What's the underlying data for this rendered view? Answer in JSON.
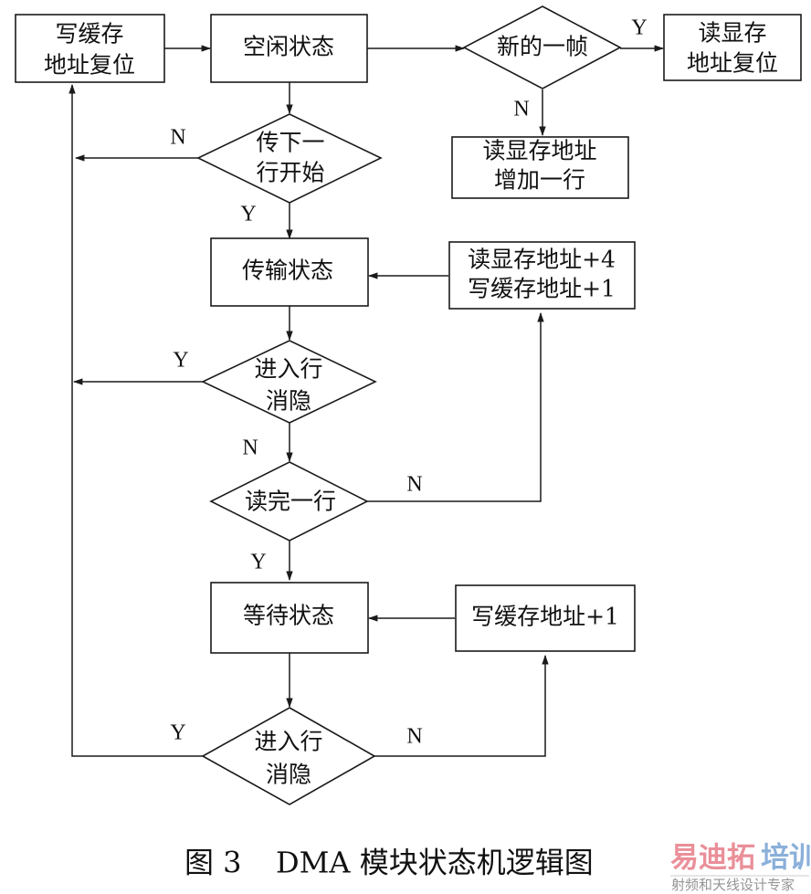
{
  "diagram": {
    "type": "flowchart",
    "nodes": {
      "write_cache_reset": {
        "shape": "rect",
        "lines": [
          "写缓存",
          "地址复位"
        ]
      },
      "idle_state": {
        "shape": "rect",
        "lines": [
          "空闲状态"
        ]
      },
      "new_frame": {
        "shape": "diamond",
        "lines": [
          "新的一帧"
        ]
      },
      "read_vram_reset": {
        "shape": "rect",
        "lines": [
          "读显存",
          "地址复位"
        ]
      },
      "read_vram_add_line": {
        "shape": "rect",
        "lines": [
          "读显存地址",
          "增加一行"
        ]
      },
      "next_line_start": {
        "shape": "diamond",
        "lines": [
          "传下一",
          "行开始"
        ]
      },
      "transfer_state": {
        "shape": "rect",
        "lines": [
          "传输状态"
        ]
      },
      "addr_increment": {
        "shape": "rect",
        "lines": [
          "读显存地址+4",
          "写缓存地址+1"
        ]
      },
      "enter_hblank_1": {
        "shape": "diamond",
        "lines": [
          "进入行",
          "消隐"
        ]
      },
      "read_line_done": {
        "shape": "diamond",
        "lines": [
          "读完一行"
        ]
      },
      "wait_state": {
        "shape": "rect",
        "lines": [
          "等待状态"
        ]
      },
      "write_cache_increment": {
        "shape": "rect",
        "lines": [
          "写缓存地址+1"
        ]
      },
      "enter_hblank_2": {
        "shape": "diamond",
        "lines": [
          "进入行",
          "消隐"
        ]
      }
    },
    "edges": [
      {
        "from": "write_cache_reset",
        "to": "idle_state",
        "label": ""
      },
      {
        "from": "idle_state",
        "to": "new_frame",
        "label": ""
      },
      {
        "from": "new_frame",
        "to": "read_vram_reset",
        "label": "Y"
      },
      {
        "from": "new_frame",
        "to": "read_vram_add_line",
        "label": "N"
      },
      {
        "from": "idle_state",
        "to": "next_line_start",
        "label": ""
      },
      {
        "from": "next_line_start",
        "to": "write_cache_reset",
        "label": "N"
      },
      {
        "from": "next_line_start",
        "to": "transfer_state",
        "label": "Y"
      },
      {
        "from": "addr_increment",
        "to": "transfer_state",
        "label": ""
      },
      {
        "from": "transfer_state",
        "to": "enter_hblank_1",
        "label": ""
      },
      {
        "from": "enter_hblank_1",
        "to": "write_cache_reset",
        "label": "Y"
      },
      {
        "from": "enter_hblank_1",
        "to": "read_line_done",
        "label": "N"
      },
      {
        "from": "read_line_done",
        "to": "addr_increment",
        "label": "N"
      },
      {
        "from": "read_line_done",
        "to": "wait_state",
        "label": "Y"
      },
      {
        "from": "write_cache_increment",
        "to": "wait_state",
        "label": ""
      },
      {
        "from": "wait_state",
        "to": "enter_hblank_2",
        "label": ""
      },
      {
        "from": "enter_hblank_2",
        "to": "write_cache_reset",
        "label": "Y"
      },
      {
        "from": "enter_hblank_2",
        "to": "write_cache_increment",
        "label": "N"
      }
    ],
    "labels": {
      "yes": "Y",
      "no": "N"
    }
  },
  "caption": {
    "figure_number": "图 3",
    "title": "DMA 模块状态机逻辑图"
  },
  "watermark": {
    "brand_part1": "易迪拓",
    "brand_part2": "培训",
    "tagline": "射频和天线设计专家",
    "color_part1": "#e8838f",
    "color_part2": "#7fa8d6"
  }
}
